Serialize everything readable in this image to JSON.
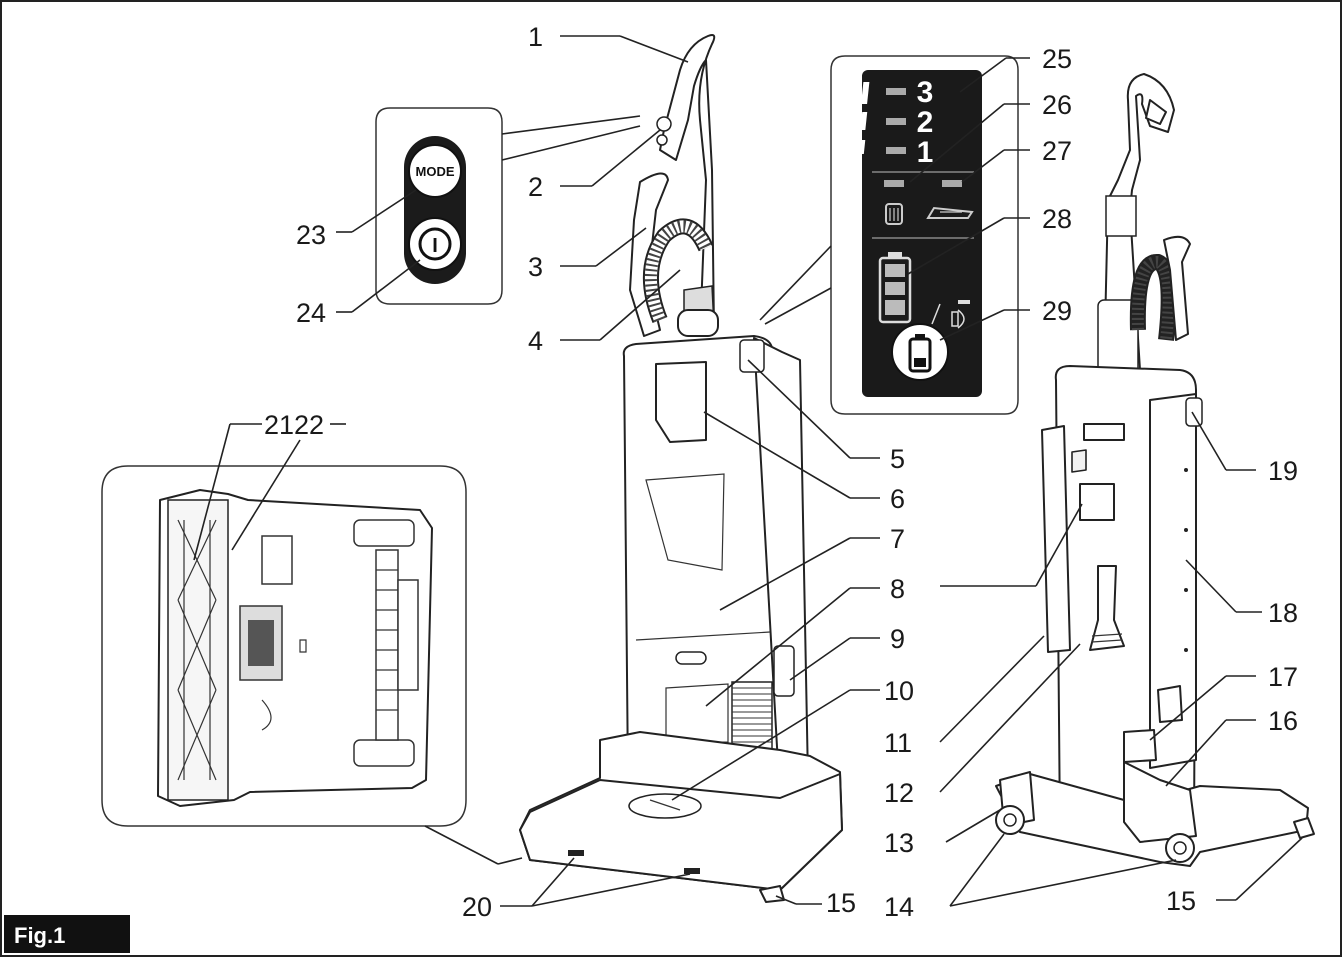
{
  "figure": {
    "label": "Fig.1"
  },
  "panel": {
    "levels": [
      "3",
      "2",
      "1"
    ],
    "mode_label": "MODE",
    "power_symbol": "I"
  },
  "callouts": [
    {
      "id": "1",
      "text": "1"
    },
    {
      "id": "2",
      "text": "2"
    },
    {
      "id": "3",
      "text": "3"
    },
    {
      "id": "4",
      "text": "4"
    },
    {
      "id": "5",
      "text": "5"
    },
    {
      "id": "6",
      "text": "6"
    },
    {
      "id": "7",
      "text": "7"
    },
    {
      "id": "8",
      "text": "8"
    },
    {
      "id": "9",
      "text": "9"
    },
    {
      "id": "10",
      "text": "10"
    },
    {
      "id": "11",
      "text": "11"
    },
    {
      "id": "12",
      "text": "12"
    },
    {
      "id": "13",
      "text": "13"
    },
    {
      "id": "14",
      "text": "14"
    },
    {
      "id": "15a",
      "text": "15"
    },
    {
      "id": "15b",
      "text": "15"
    },
    {
      "id": "16",
      "text": "16"
    },
    {
      "id": "17",
      "text": "17"
    },
    {
      "id": "18",
      "text": "18"
    },
    {
      "id": "19",
      "text": "19"
    },
    {
      "id": "20",
      "text": "20"
    },
    {
      "id": "2122",
      "text": "2122"
    },
    {
      "id": "23",
      "text": "23"
    },
    {
      "id": "24",
      "text": "24"
    },
    {
      "id": "25",
      "text": "25"
    },
    {
      "id": "26",
      "text": "26"
    },
    {
      "id": "27",
      "text": "27"
    },
    {
      "id": "28",
      "text": "28"
    },
    {
      "id": "29",
      "text": "29"
    }
  ]
}
